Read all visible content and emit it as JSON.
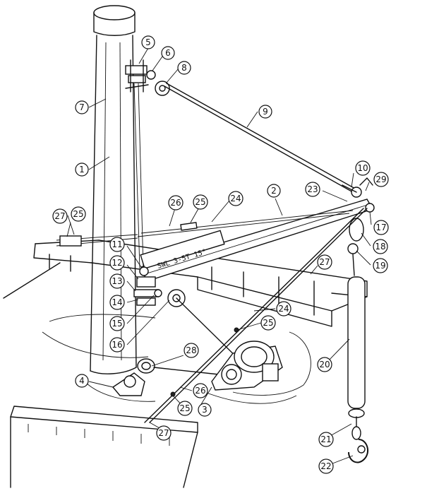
{
  "placard_text": "SWL 3-5T 15°",
  "callouts": [
    {
      "id": "c5",
      "label": "5"
    },
    {
      "id": "c6",
      "label": "6"
    },
    {
      "id": "c8",
      "label": "8"
    },
    {
      "id": "c7",
      "label": "7"
    },
    {
      "id": "c9",
      "label": "9"
    },
    {
      "id": "c1",
      "label": "1"
    },
    {
      "id": "c10",
      "label": "10"
    },
    {
      "id": "c29",
      "label": "29"
    },
    {
      "id": "c23",
      "label": "23"
    },
    {
      "id": "c2",
      "label": "2"
    },
    {
      "id": "c24a",
      "label": "24"
    },
    {
      "id": "c25a",
      "label": "25"
    },
    {
      "id": "c26a",
      "label": "26"
    },
    {
      "id": "c27a",
      "label": "27"
    },
    {
      "id": "c25b",
      "label": "25"
    },
    {
      "id": "c17",
      "label": "17"
    },
    {
      "id": "c18",
      "label": "18"
    },
    {
      "id": "c19",
      "label": "19"
    },
    {
      "id": "c11",
      "label": "11"
    },
    {
      "id": "c12",
      "label": "12"
    },
    {
      "id": "c13",
      "label": "13"
    },
    {
      "id": "c14",
      "label": "14"
    },
    {
      "id": "c15",
      "label": "15"
    },
    {
      "id": "c16",
      "label": "16"
    },
    {
      "id": "c27b",
      "label": "27"
    },
    {
      "id": "c24b",
      "label": "24"
    },
    {
      "id": "c25c",
      "label": "25"
    },
    {
      "id": "c28",
      "label": "28"
    },
    {
      "id": "c4",
      "label": "4"
    },
    {
      "id": "c26b",
      "label": "26"
    },
    {
      "id": "c25d",
      "label": "25"
    },
    {
      "id": "c3",
      "label": "3"
    },
    {
      "id": "c27c",
      "label": "27"
    },
    {
      "id": "c20",
      "label": "20"
    },
    {
      "id": "c21",
      "label": "21"
    },
    {
      "id": "c22",
      "label": "22"
    }
  ]
}
